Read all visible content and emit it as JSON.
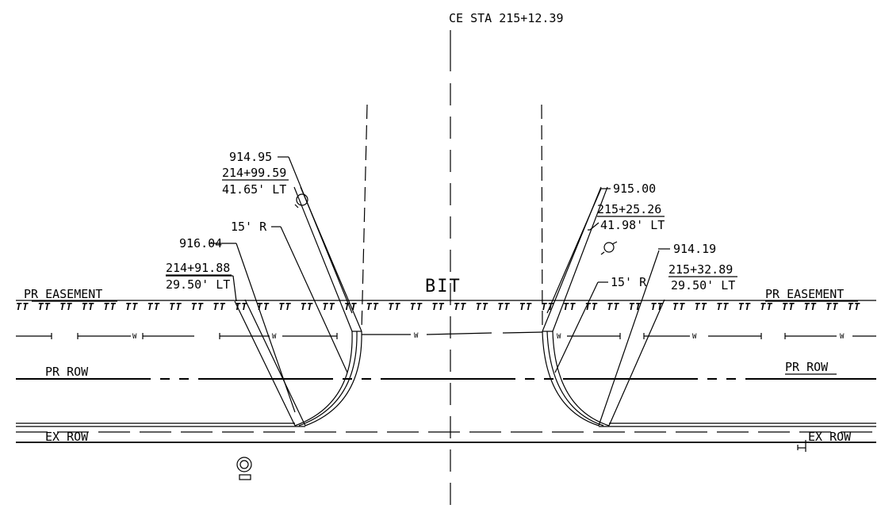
{
  "centerline": {
    "label": "CE STA 215+12.39"
  },
  "surface": {
    "label": "BIT"
  },
  "right_of_way": {
    "pr_easement_left": "PR EASEMENT",
    "pr_easement_right": "PR EASEMENT",
    "pr_row_left": "PR ROW",
    "pr_row_right": "PR ROW",
    "ex_row_left": "EX ROW",
    "ex_row_right": "EX ROW",
    "easement_symbol": "TT",
    "fence_marker": "W"
  },
  "left_return": {
    "top_elevation": "914.95",
    "top_station": "214+99.59",
    "top_offset": "41.65' LT",
    "radius": "15' R",
    "bottom_elevation": "916.04",
    "bottom_station": "214+91.88",
    "bottom_offset": "29.50' LT"
  },
  "right_return": {
    "top_elevation": "915.00",
    "top_station": "215+25.26",
    "top_offset": "41.98' LT",
    "radius": "15' R",
    "bottom_elevation": "914.19",
    "bottom_station": "215+32.89",
    "bottom_offset": "29.50' LT"
  },
  "colors": {
    "ink": "#000000",
    "paper": "#ffffff"
  }
}
